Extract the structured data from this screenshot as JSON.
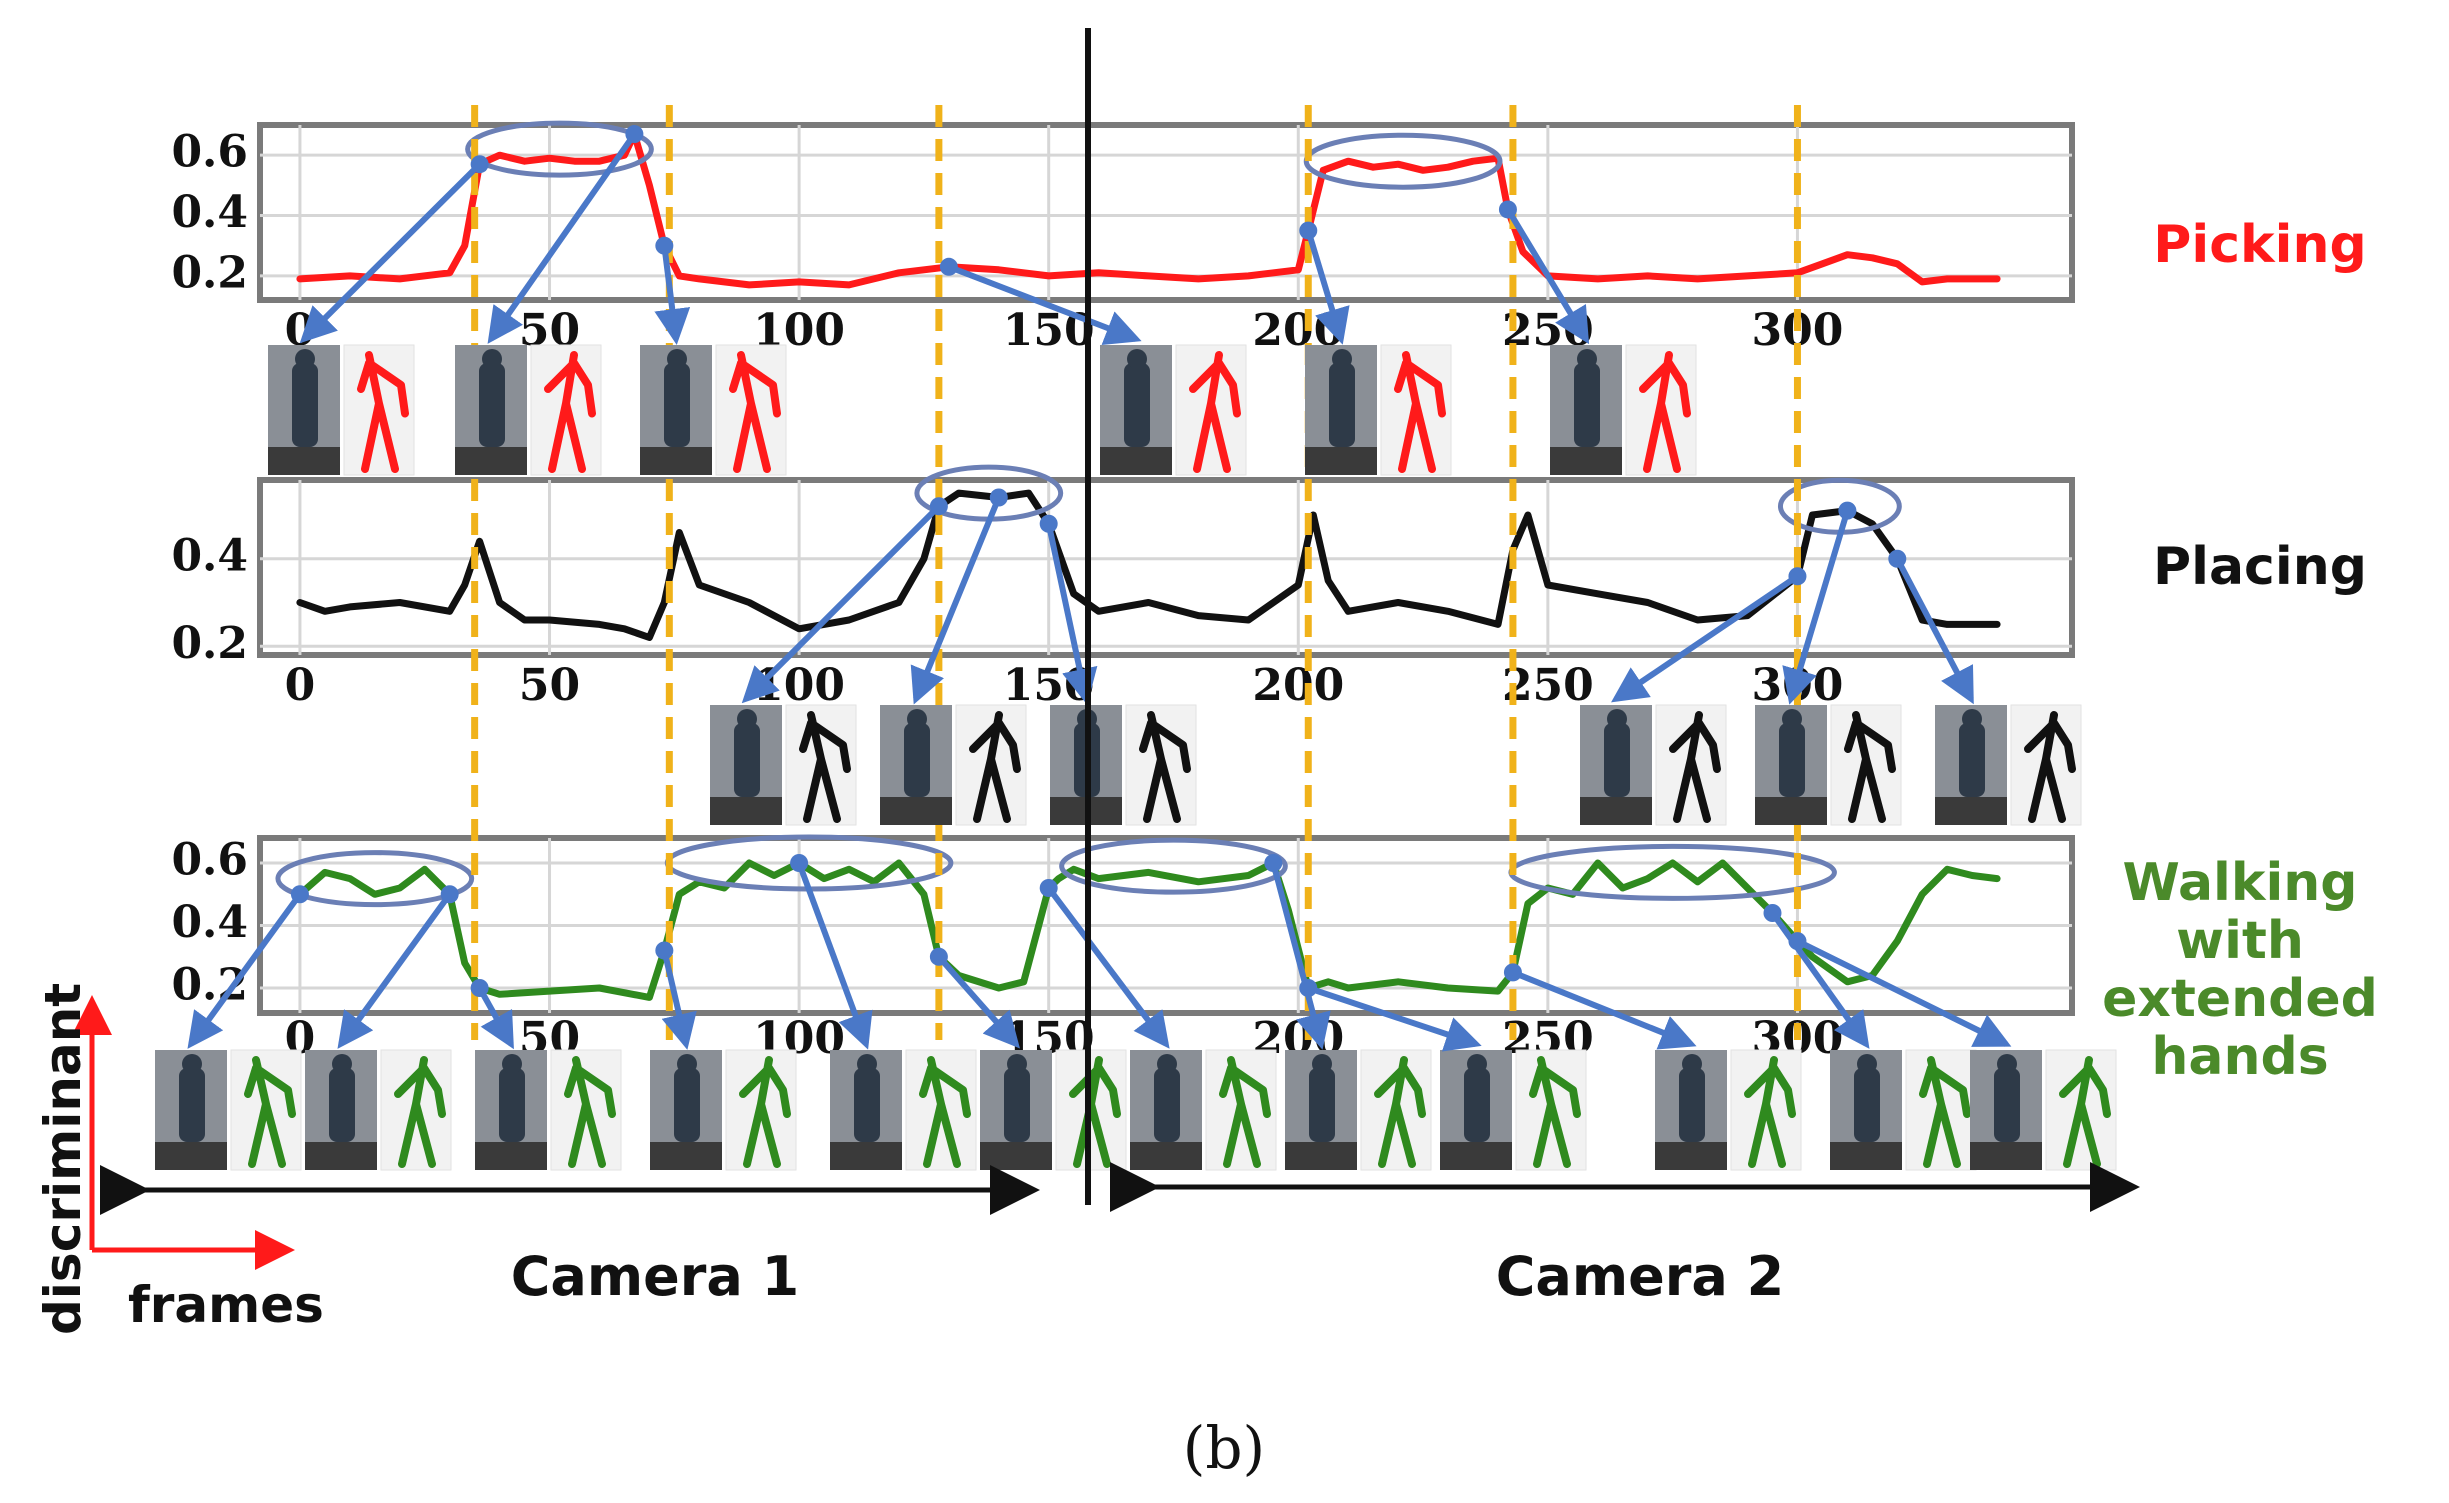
{
  "caption": "(b)",
  "colors": {
    "picking": "#ff1a1a",
    "placing": "#111111",
    "walking": "#2f8a1e",
    "walking_label": "#4b8a2a",
    "boundary": "#f0b21a",
    "pointer": "#4a78c8",
    "axis_arrow": "#ff1a1a"
  },
  "axes": {
    "y_word": "discriminant",
    "x_word": "frames"
  },
  "cameras": [
    {
      "label": "Camera 1"
    },
    {
      "label": "Camera 2"
    }
  ],
  "chart_data": [
    {
      "type": "line",
      "label": "Picking",
      "label_lines": [
        "Picking"
      ],
      "color": "#ff1a1a",
      "xlim": [
        -8,
        355
      ],
      "ylim": [
        0.12,
        0.7
      ],
      "yticks": [
        0.2,
        0.4,
        0.6
      ],
      "ytick_labels": [
        "0.2",
        "0.4",
        "0.6"
      ],
      "xticks": [
        0,
        50,
        100,
        150,
        200,
        250,
        300
      ],
      "xtick_labels": [
        "0",
        "50",
        "100",
        "150",
        "200",
        "250",
        "300"
      ],
      "grid": true,
      "boundaries": [
        35,
        74,
        128,
        202,
        243,
        300
      ],
      "highlights": [
        {
          "x_range": [
            36,
            68
          ],
          "y": 0.62
        },
        {
          "x_range": [
            204,
            238
          ],
          "y": 0.58
        }
      ],
      "x": [
        0,
        10,
        20,
        30,
        33,
        36,
        40,
        45,
        50,
        55,
        60,
        65,
        67,
        70,
        73,
        76,
        80,
        90,
        100,
        110,
        120,
        130,
        140,
        150,
        160,
        170,
        180,
        190,
        200,
        202,
        205,
        210,
        215,
        220,
        225,
        230,
        235,
        240,
        242,
        245,
        250,
        260,
        270,
        280,
        290,
        300,
        305,
        310,
        315,
        320,
        325,
        330,
        340
      ],
      "y": [
        0.19,
        0.2,
        0.19,
        0.21,
        0.3,
        0.57,
        0.6,
        0.58,
        0.59,
        0.58,
        0.58,
        0.6,
        0.67,
        0.5,
        0.3,
        0.2,
        0.19,
        0.17,
        0.18,
        0.17,
        0.21,
        0.23,
        0.22,
        0.2,
        0.21,
        0.2,
        0.19,
        0.2,
        0.22,
        0.35,
        0.55,
        0.58,
        0.56,
        0.57,
        0.55,
        0.56,
        0.58,
        0.59,
        0.42,
        0.28,
        0.2,
        0.19,
        0.2,
        0.19,
        0.2,
        0.21,
        0.24,
        0.27,
        0.26,
        0.24,
        0.18,
        0.19,
        0.19
      ]
    },
    {
      "type": "line",
      "label": "Placing",
      "label_lines": [
        "Placing"
      ],
      "color": "#111111",
      "xlim": [
        -8,
        355
      ],
      "ylim": [
        0.18,
        0.58
      ],
      "yticks": [
        0.2,
        0.4
      ],
      "ytick_labels": [
        "0.2",
        "0.4"
      ],
      "xticks": [
        0,
        50,
        100,
        150,
        200,
        250,
        300
      ],
      "xtick_labels": [
        "0",
        "50",
        "100",
        "150",
        "200",
        "250",
        "300"
      ],
      "grid": true,
      "boundaries": [
        35,
        74,
        128,
        202,
        243,
        300
      ],
      "highlights": [
        {
          "x_range": [
            126,
            150
          ],
          "y": 0.55
        },
        {
          "x_range": [
            299,
            318
          ],
          "y": 0.52
        }
      ],
      "x": [
        0,
        5,
        10,
        20,
        30,
        33,
        36,
        40,
        45,
        50,
        60,
        65,
        70,
        73,
        76,
        80,
        90,
        100,
        110,
        120,
        125,
        128,
        132,
        140,
        146,
        150,
        155,
        160,
        170,
        180,
        190,
        200,
        203,
        206,
        210,
        220,
        230,
        240,
        243,
        246,
        250,
        260,
        270,
        280,
        290,
        300,
        303,
        310,
        315,
        320,
        325,
        330,
        340
      ],
      "y": [
        0.3,
        0.28,
        0.29,
        0.3,
        0.28,
        0.34,
        0.44,
        0.3,
        0.26,
        0.26,
        0.25,
        0.24,
        0.22,
        0.3,
        0.46,
        0.34,
        0.3,
        0.24,
        0.26,
        0.3,
        0.4,
        0.52,
        0.55,
        0.54,
        0.55,
        0.48,
        0.32,
        0.28,
        0.3,
        0.27,
        0.26,
        0.34,
        0.5,
        0.35,
        0.28,
        0.3,
        0.28,
        0.25,
        0.42,
        0.5,
        0.34,
        0.32,
        0.3,
        0.26,
        0.27,
        0.36,
        0.5,
        0.51,
        0.48,
        0.4,
        0.26,
        0.25,
        0.25
      ]
    },
    {
      "type": "line",
      "label": "Walking with extended hands",
      "label_lines": [
        "Walking",
        "with",
        "extended",
        "hands"
      ],
      "color": "#2f8a1e",
      "xlim": [
        -8,
        355
      ],
      "ylim": [
        0.12,
        0.68
      ],
      "yticks": [
        0.2,
        0.4,
        0.6
      ],
      "ytick_labels": [
        "0.2",
        "0.4",
        "0.6"
      ],
      "xticks": [
        0,
        50,
        100,
        150,
        200,
        250,
        300
      ],
      "xtick_labels": [
        "0",
        "50",
        "100",
        "150",
        "200",
        "250",
        "300"
      ],
      "grid": true,
      "boundaries": [
        35,
        74,
        128,
        202,
        243,
        300
      ],
      "highlights": [
        {
          "x_range": [
            -2,
            32
          ],
          "y": 0.55
        },
        {
          "x_range": [
            76,
            128
          ],
          "y": 0.6
        },
        {
          "x_range": [
            155,
            195
          ],
          "y": 0.59
        },
        {
          "x_range": [
            245,
            305
          ],
          "y": 0.57
        }
      ],
      "x": [
        0,
        5,
        10,
        15,
        20,
        25,
        30,
        33,
        36,
        40,
        50,
        60,
        70,
        73,
        76,
        80,
        85,
        90,
        95,
        100,
        105,
        110,
        115,
        120,
        125,
        128,
        132,
        140,
        145,
        150,
        152,
        155,
        160,
        170,
        180,
        190,
        195,
        198,
        202,
        206,
        210,
        220,
        230,
        240,
        243,
        246,
        250,
        255,
        260,
        265,
        270,
        275,
        280,
        285,
        290,
        295,
        300,
        303,
        310,
        315,
        320,
        325,
        330,
        335,
        340
      ],
      "y": [
        0.5,
        0.57,
        0.55,
        0.5,
        0.52,
        0.58,
        0.5,
        0.28,
        0.2,
        0.18,
        0.19,
        0.2,
        0.17,
        0.32,
        0.5,
        0.54,
        0.52,
        0.6,
        0.56,
        0.6,
        0.55,
        0.58,
        0.54,
        0.6,
        0.5,
        0.3,
        0.24,
        0.2,
        0.22,
        0.52,
        0.55,
        0.58,
        0.55,
        0.57,
        0.54,
        0.56,
        0.6,
        0.45,
        0.2,
        0.22,
        0.2,
        0.22,
        0.2,
        0.19,
        0.25,
        0.47,
        0.52,
        0.5,
        0.6,
        0.52,
        0.55,
        0.6,
        0.54,
        0.6,
        0.52,
        0.44,
        0.35,
        0.3,
        0.22,
        0.24,
        0.35,
        0.5,
        0.58,
        0.56,
        0.55
      ]
    }
  ]
}
